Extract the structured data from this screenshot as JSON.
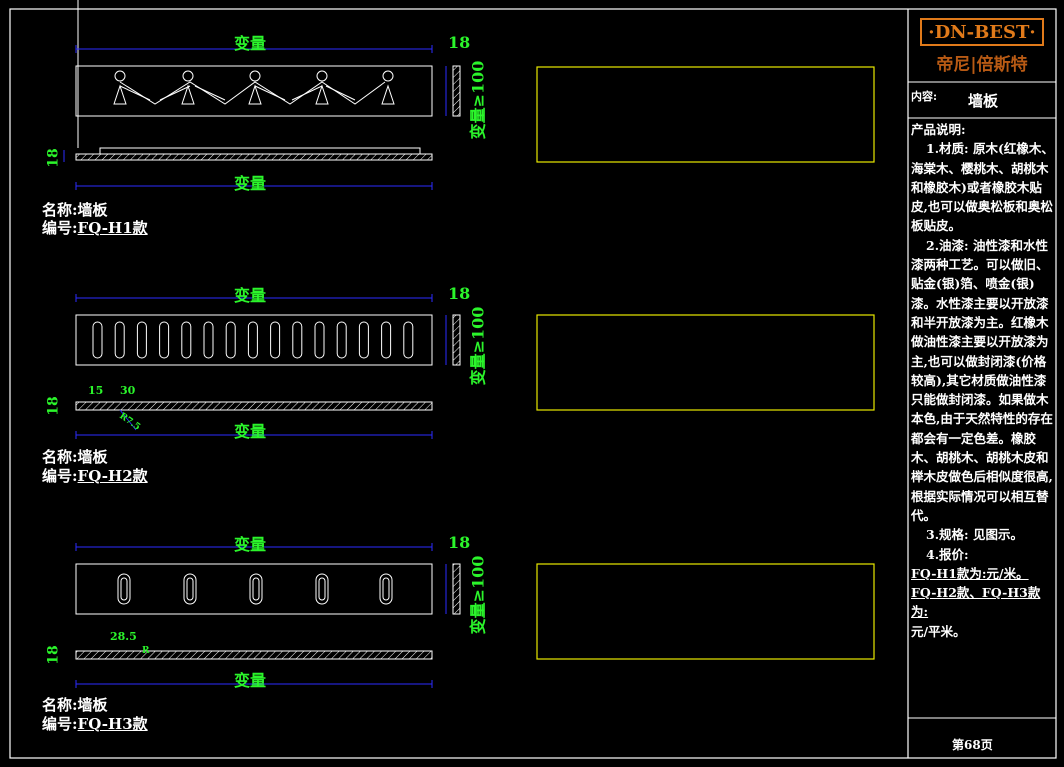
{
  "colors": {
    "line": "#ffffff",
    "dimension": "#2b2bff",
    "dim_text": "#2bf52b",
    "frame_yellow": "#e8e800",
    "logo": "#e07a1a"
  },
  "logo": {
    "brand": "·DN-BEST·",
    "chinese": "帝尼|倍斯特"
  },
  "title_block": {
    "content_label": "内容:",
    "content_value": "墙板",
    "page": "第68页"
  },
  "description": {
    "heading": "产品说明:",
    "paragraphs": [
      "1.材质: 原木(红橡木、海棠木、樱桃木、胡桃木和橡胶木)或者橡胶木贴皮,也可以做奥松板和奥松板贴皮。",
      "2.油漆: 油性漆和水性漆两种工艺。可以做旧、贴金(银)箔、喷金(银)漆。水性漆主要以开放漆和半开放漆为主。红橡木做油性漆主要以开放漆为主,也可以做封闭漆(价格较高),其它材质做油性漆只能做封闭漆。如果做木本色,由于天然特性的存在都会有一定色差。橡胶木、胡桃木、胡桃木皮和榉木皮做色后相似度很高,根据实际情况可以相互替代。",
      "3.规格: 见图示。",
      "4.报价:"
    ],
    "price_lines": [
      "FQ-H1款为:元/米。",
      "FQ-H2款、FQ-H3款为:",
      "元/平米。"
    ]
  },
  "drawings": [
    {
      "name_label": "名称:",
      "name_value": "墙板",
      "code_label": "编号:",
      "code_value": "FQ-H1款",
      "top_dim": "变量",
      "bottom_dim": "变量",
      "thickness": "18",
      "side_thickness": "18",
      "height_dim": "变量≥100",
      "extra_dims": []
    },
    {
      "name_label": "名称:",
      "name_value": "墙板",
      "code_label": "编号:",
      "code_value": "FQ-H2款",
      "top_dim": "变量",
      "bottom_dim": "变量",
      "thickness": "18",
      "side_thickness": "18",
      "height_dim": "变量≥100",
      "extra_dims": [
        "15",
        "30",
        "R7.5"
      ]
    },
    {
      "name_label": "名称:",
      "name_value": "墙板",
      "code_label": "编号:",
      "code_value": "FQ-H3款",
      "top_dim": "变量",
      "bottom_dim": "变量",
      "thickness": "18",
      "side_thickness": "18",
      "height_dim": "变量≥100",
      "extra_dims": [
        "28.5",
        "R"
      ]
    }
  ]
}
